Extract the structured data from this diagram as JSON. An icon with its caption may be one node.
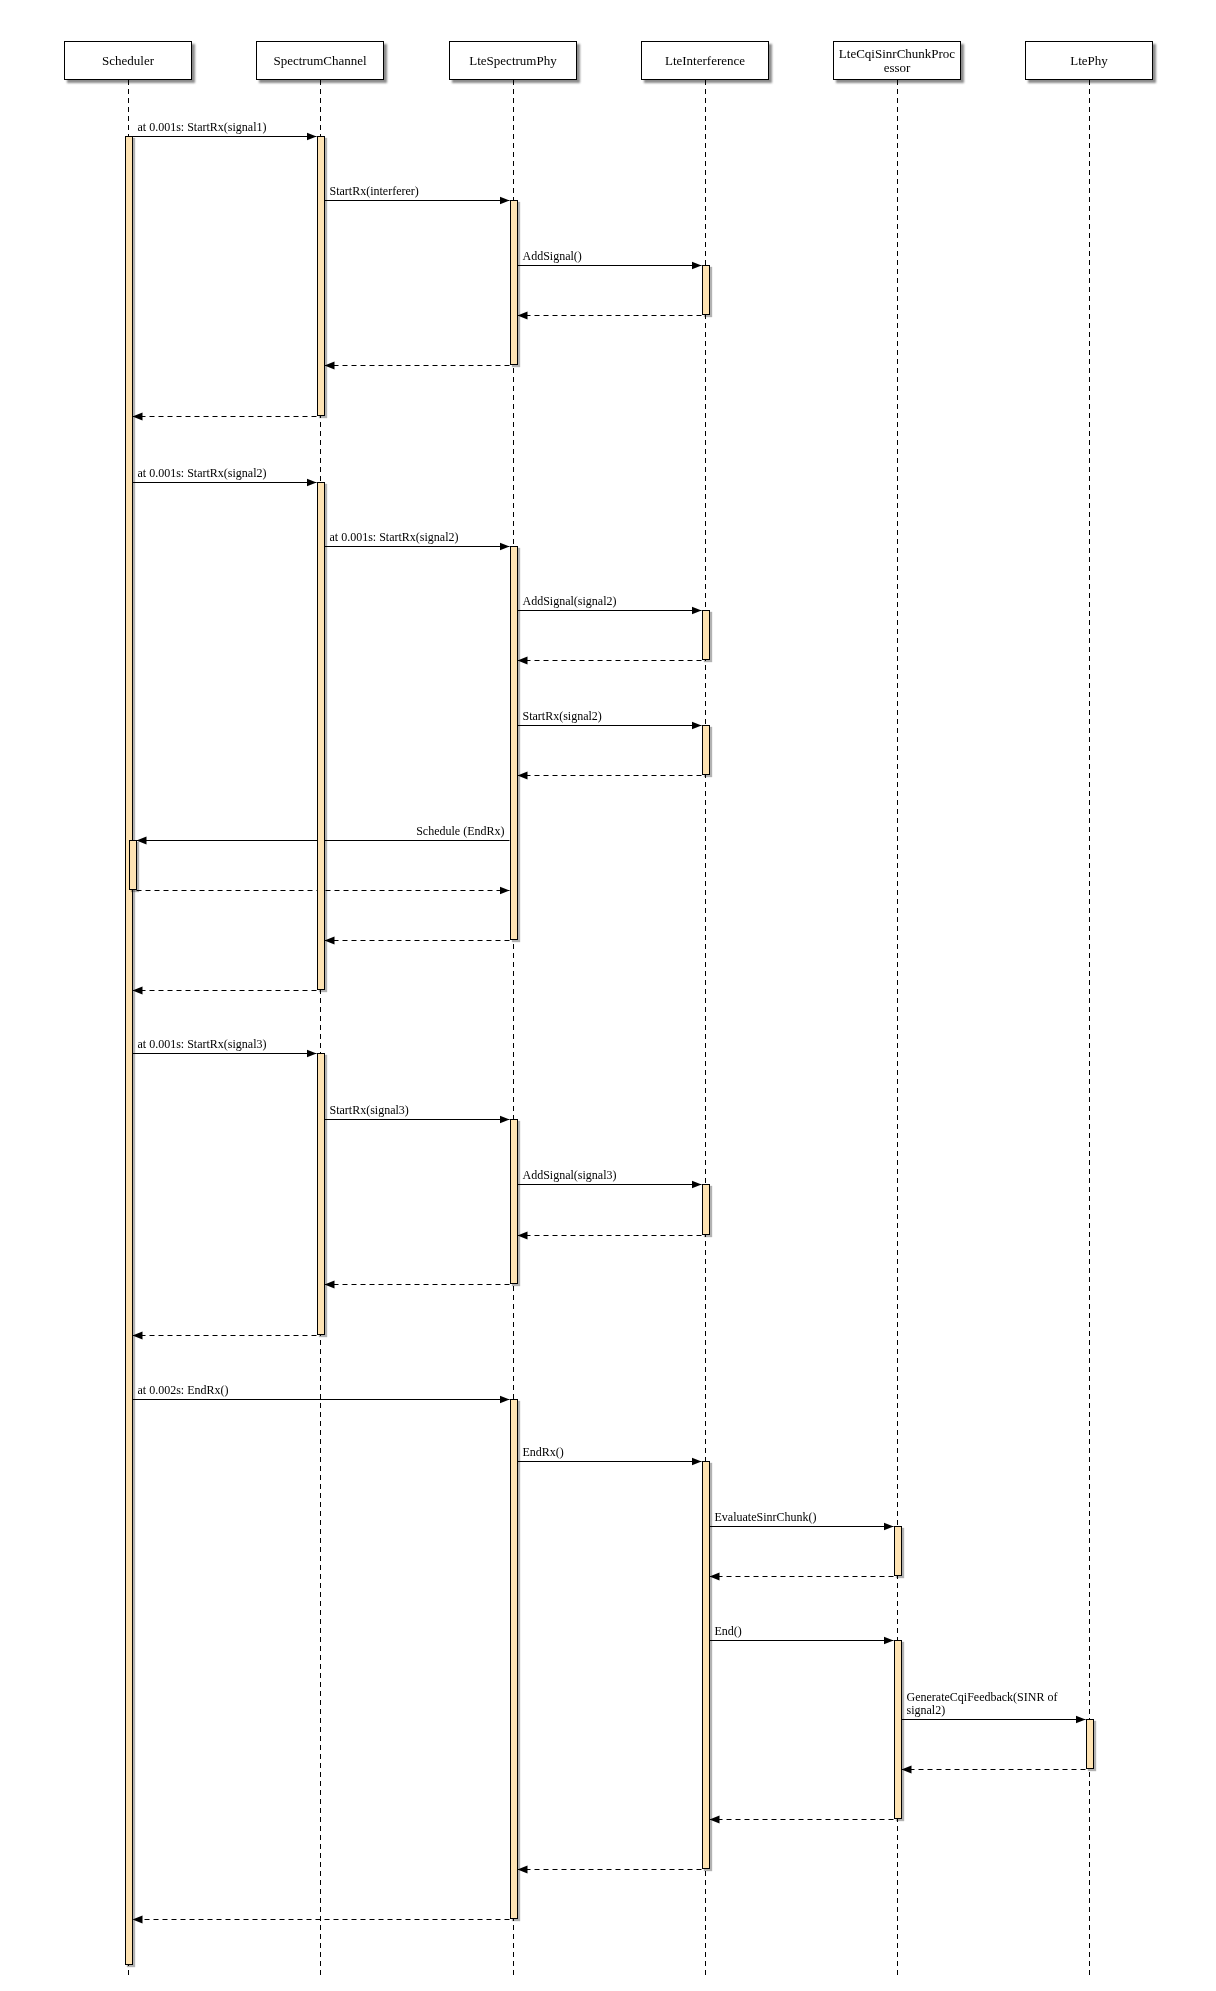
{
  "diagram": {
    "nodes": [
      {
        "text": [
          "Scheduler"
        ]
      },
      {
        "text": [
          "SpectrumChannel"
        ]
      },
      {
        "text": [
          "LteSpectrumPhy"
        ]
      },
      {
        "text": [
          "LteInterference"
        ]
      },
      {
        "text": [
          "LteCqiSinrChunkProcessor"
        ]
      },
      {
        "text": [
          "LtePhy"
        ]
      },
      {
        "text": [],
        "shape": "bar"
      },
      {
        "text": [],
        "shape": "bar"
      },
      {
        "text": [],
        "shape": "bar"
      },
      {
        "text": [],
        "shape": "bar"
      },
      {
        "text": [],
        "shape": "bar"
      },
      {
        "text": [],
        "shape": "bar"
      },
      {
        "text": [],
        "shape": "bar"
      },
      {
        "text": [],
        "shape": "bar"
      },
      {
        "text": [],
        "shape": "bar"
      },
      {
        "text": [],
        "shape": "bar"
      },
      {
        "text": [],
        "shape": "bar"
      },
      {
        "text": [],
        "shape": "bar"
      },
      {
        "text": [],
        "shape": "bar"
      },
      {
        "text": [],
        "shape": "bar"
      },
      {
        "text": [],
        "shape": "bar"
      },
      {
        "text": [],
        "shape": "bar"
      },
      {
        "text": [],
        "shape": "bar"
      }
    ],
    "edges": [
      {
        "from": 6,
        "to": 7,
        "arrow": "to",
        "label": "at 0.001s: StartRx(signal1)"
      },
      {
        "from": 7,
        "to": 8,
        "arrow": "to",
        "label": "StartRx(interferer)"
      },
      {
        "from": 8,
        "to": 9,
        "arrow": "to",
        "label": "AddSignal()"
      },
      {
        "from": 9,
        "to": 8,
        "arrow": "to",
        "style": "dashed"
      },
      {
        "from": 8,
        "to": 7,
        "arrow": "to",
        "style": "dashed"
      },
      {
        "from": 7,
        "to": 6,
        "arrow": "to",
        "style": "dashed"
      },
      {
        "from": 6,
        "to": 10,
        "arrow": "to",
        "label": "at 0.001s: StartRx(signal2)"
      },
      {
        "from": 10,
        "to": 11,
        "arrow": "to",
        "label": "at 0.001s: StartRx(signal2)"
      },
      {
        "from": 11,
        "to": 12,
        "arrow": "to",
        "label": "AddSignal(signal2)"
      },
      {
        "from": 12,
        "to": 11,
        "arrow": "to",
        "style": "dashed"
      },
      {
        "from": 11,
        "to": 13,
        "arrow": "to",
        "label": "StartRx(signal2)"
      },
      {
        "from": 13,
        "to": 11,
        "arrow": "to",
        "style": "dashed"
      },
      {
        "from": 11,
        "to": 14,
        "arrow": "to",
        "label": "Schedule (EndRx)"
      },
      {
        "from": 14,
        "to": 11,
        "arrow": "to",
        "style": "dashed"
      },
      {
        "from": 11,
        "to": 10,
        "arrow": "to",
        "style": "dashed"
      },
      {
        "from": 10,
        "to": 6,
        "arrow": "to",
        "style": "dashed"
      },
      {
        "from": 6,
        "to": 15,
        "arrow": "to",
        "label": "at 0.001s: StartRx(signal3)"
      },
      {
        "from": 15,
        "to": 16,
        "arrow": "to",
        "label": "StartRx(signal3)"
      },
      {
        "from": 16,
        "to": 17,
        "arrow": "to",
        "label": "AddSignal(signal3)"
      },
      {
        "from": 17,
        "to": 16,
        "arrow": "to",
        "style": "dashed"
      },
      {
        "from": 16,
        "to": 15,
        "arrow": "to",
        "style": "dashed"
      },
      {
        "from": 15,
        "to": 6,
        "arrow": "to",
        "style": "dashed"
      },
      {
        "from": 6,
        "to": 18,
        "arrow": "to",
        "label": "at 0.002s: EndRx()"
      },
      {
        "from": 18,
        "to": 19,
        "arrow": "to",
        "label": "EndRx()"
      },
      {
        "from": 19,
        "to": 20,
        "arrow": "to",
        "label": "EvaluateSinrChunk()"
      },
      {
        "from": 20,
        "to": 19,
        "arrow": "to",
        "style": "dashed"
      },
      {
        "from": 19,
        "to": 21,
        "arrow": "to",
        "label": "End()"
      },
      {
        "from": 21,
        "to": 22,
        "arrow": "to",
        "label": "GenerateCqiFeedback(SINR of signal2)"
      },
      {
        "from": 22,
        "to": 21,
        "arrow": "to",
        "style": "dashed"
      },
      {
        "from": 21,
        "to": 19,
        "arrow": "to",
        "style": "dashed"
      },
      {
        "from": 19,
        "to": 18,
        "arrow": "to",
        "style": "dashed"
      },
      {
        "from": 18,
        "to": 6,
        "arrow": "to",
        "style": "dashed"
      }
    ]
  }
}
